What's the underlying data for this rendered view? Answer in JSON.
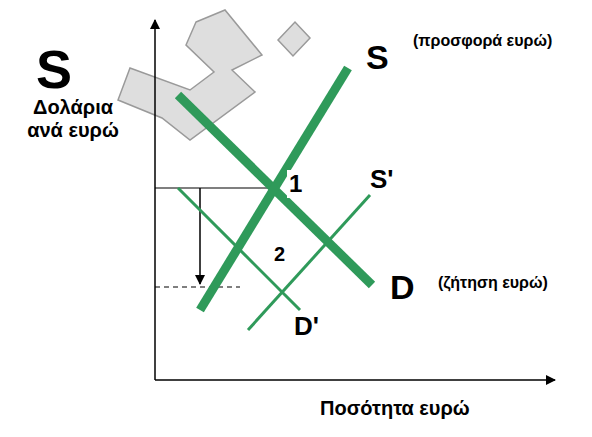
{
  "diagram": {
    "labels": [
      "S",
      "Δολάρια ανά ευρώ",
      "S",
      "(προσφορά ευρώ)",
      "S'",
      "1",
      "2",
      "D",
      "(ζήτηση ευρώ)",
      "D'",
      "Ποσότητα ευρώ"
    ]
  }
}
